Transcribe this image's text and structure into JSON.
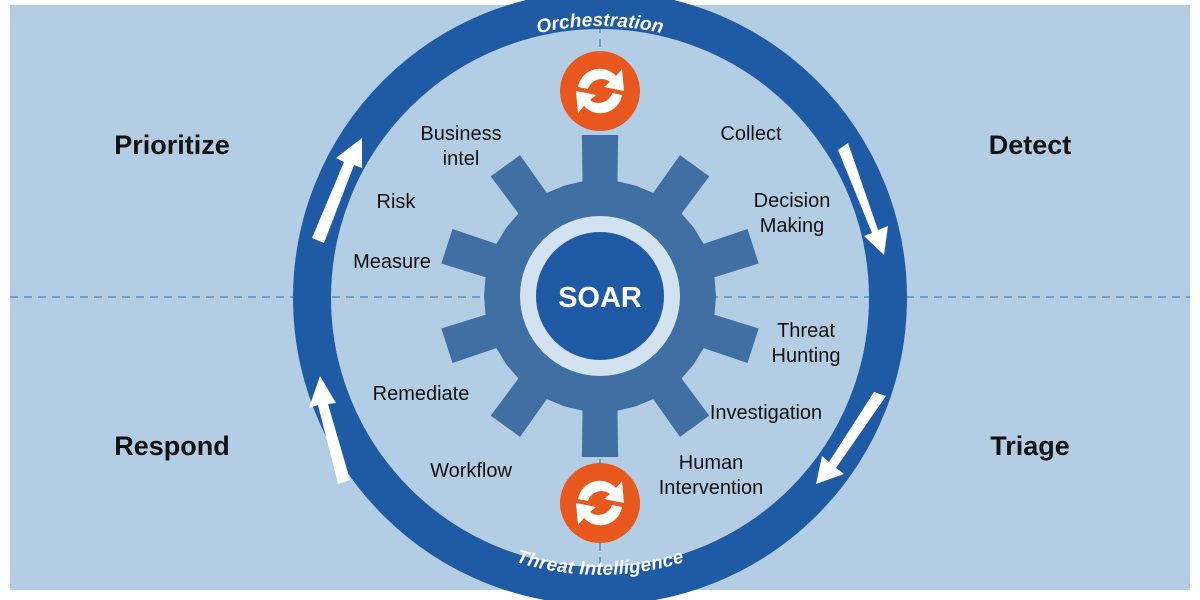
{
  "colors": {
    "background": "#b3cde4",
    "ring": "#1f5aa5",
    "gear": "#3f6fa3",
    "gear_inner_ring": "#d2e2f0",
    "center": "#1f5aa5",
    "icon_orange": "#e8571d",
    "arrow": "#ffffff",
    "text": "#111111",
    "divider": "#5a8ec8"
  },
  "ring": {
    "top_label": "Orchestration",
    "bottom_label": "Threat Intelligence"
  },
  "center_label": "SOAR",
  "quadrants": {
    "top_left": "Prioritize",
    "top_right": "Detect",
    "bottom_left": "Respond",
    "bottom_right": "Triage"
  },
  "steps": {
    "business_intel": [
      "Business",
      "intel"
    ],
    "risk": "Risk",
    "measure": "Measure",
    "collect": "Collect",
    "decision_making": [
      "Decision",
      "Making"
    ],
    "threat_hunting": [
      "Threat",
      "Hunting"
    ],
    "investigation": "Investigation",
    "human_intervention": [
      "Human",
      "Intervention"
    ],
    "remediate": "Remediate",
    "workflow": "Workflow"
  },
  "icons": {
    "top": "orchestration-cycle-icon",
    "bottom": "threat-intel-cycle-icon",
    "arrows": "clockwise-arrow-icon"
  }
}
